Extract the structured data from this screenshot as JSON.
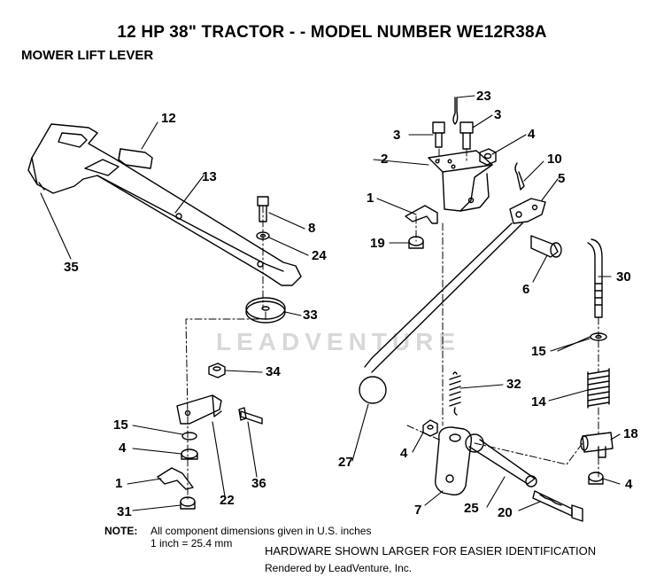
{
  "title": "12 HP 38\" TRACTOR - - MODEL NUMBER WE12R38A",
  "subtitle": "MOWER LIFT LEVER",
  "callouts": [
    {
      "id": "c23",
      "text": "23"
    },
    {
      "id": "c12",
      "text": "12"
    },
    {
      "id": "c3a",
      "text": "3"
    },
    {
      "id": "c3b",
      "text": "3"
    },
    {
      "id": "c4a",
      "text": "4"
    },
    {
      "id": "c2",
      "text": "2"
    },
    {
      "id": "c10",
      "text": "10"
    },
    {
      "id": "c13",
      "text": "13"
    },
    {
      "id": "c5",
      "text": "5"
    },
    {
      "id": "c1a",
      "text": "1"
    },
    {
      "id": "c8",
      "text": "8"
    },
    {
      "id": "c19",
      "text": "19"
    },
    {
      "id": "c24",
      "text": "24"
    },
    {
      "id": "c35",
      "text": "35"
    },
    {
      "id": "c6",
      "text": "6"
    },
    {
      "id": "c30",
      "text": "30"
    },
    {
      "id": "c33",
      "text": "33"
    },
    {
      "id": "c15a",
      "text": "15"
    },
    {
      "id": "c34",
      "text": "34"
    },
    {
      "id": "c32",
      "text": "32"
    },
    {
      "id": "c14",
      "text": "14"
    },
    {
      "id": "c15b",
      "text": "15"
    },
    {
      "id": "c18",
      "text": "18"
    },
    {
      "id": "c4b",
      "text": "4"
    },
    {
      "id": "c4c",
      "text": "4"
    },
    {
      "id": "c27",
      "text": "27"
    },
    {
      "id": "c1b",
      "text": "1"
    },
    {
      "id": "c22",
      "text": "22"
    },
    {
      "id": "c36",
      "text": "36"
    },
    {
      "id": "c4d",
      "text": "4"
    },
    {
      "id": "c7",
      "text": "7"
    },
    {
      "id": "c25",
      "text": "25"
    },
    {
      "id": "c20",
      "text": "20"
    },
    {
      "id": "c31",
      "text": "31"
    }
  ],
  "note": {
    "label": "NOTE:",
    "line1": "All component dimensions given in U.S. inches",
    "line2": "1 inch = 25.4 mm"
  },
  "hardware_note": "HARDWARE SHOWN LARGER FOR EASIER IDENTIFICATION",
  "rendered_by": "Rendered by LeadVenture, Inc.",
  "watermark": "LEADVENTURE"
}
